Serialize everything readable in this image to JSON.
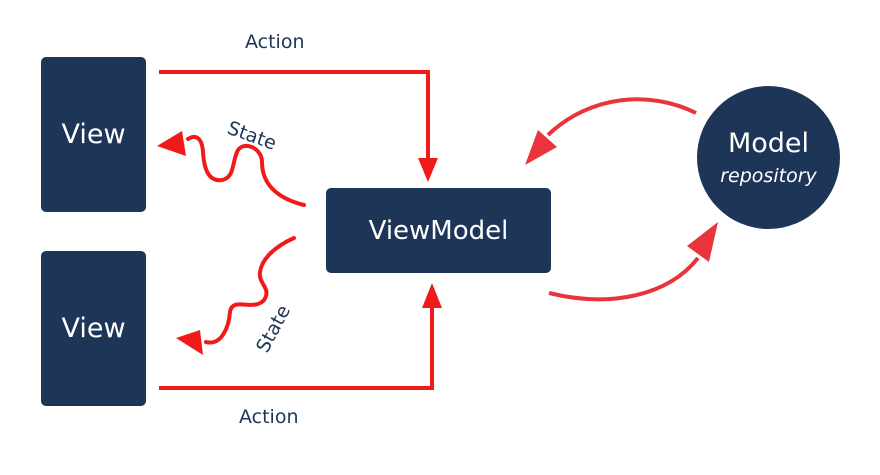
{
  "nodes": {
    "view_top": "View",
    "view_bottom": "View",
    "viewmodel": "ViewModel",
    "model_title": "Model",
    "model_subtitle": "repository"
  },
  "edges": {
    "action_top": "Action",
    "action_bottom": "Action",
    "state_top": "State",
    "state_bottom": "State"
  },
  "colors": {
    "node_fill": "#1d3557",
    "node_text": "#ffffff",
    "label_text": "#1d3557",
    "arrow_red": "#f11a1a",
    "arrow_soft_red": "#e8353c"
  }
}
